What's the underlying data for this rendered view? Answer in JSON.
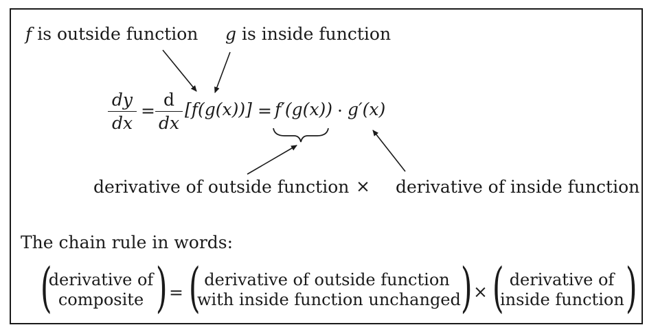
{
  "top_labels": {
    "outside_var": "f",
    "outside_text": " is outside function",
    "inside_var": "g",
    "inside_text": " is inside function"
  },
  "equation": {
    "dy": "dy",
    "dx1": "dx",
    "eq1": "=",
    "d": "d",
    "dx2": "dx",
    "composite": "[f(g(x))]",
    "eq2": "=",
    "fprime": "f′(g(x))",
    "dot": "·",
    "gprime": "g′(x)"
  },
  "bottom_labels": {
    "outside_derivative": "derivative of outside function",
    "times": "×",
    "inside_derivative": "derivative of inside function"
  },
  "words": {
    "heading": "The chain rule in words:",
    "left_line1": "derivative of",
    "left_line2": "composite",
    "equals": "=",
    "mid_line1": "derivative of outside function",
    "mid_line2": "with inside function unchanged",
    "times": "×",
    "right_line1": "derivative of",
    "right_line2": "inside function"
  }
}
